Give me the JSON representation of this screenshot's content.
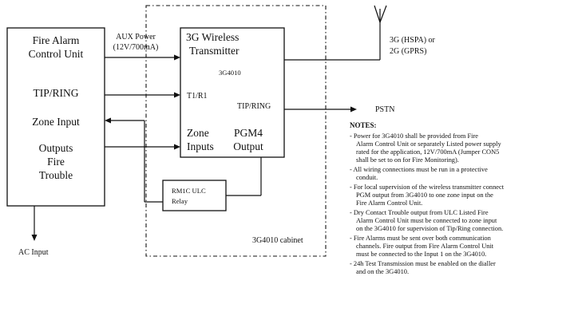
{
  "fire_alarm_panel": {
    "title_line1": "Fire Alarm",
    "title_line2": "Control Unit",
    "tip_ring": "TIP/RING",
    "zone_input": "Zone Input",
    "outputs_line1": "Outputs",
    "outputs_line2": "Fire",
    "outputs_line3": "Trouble"
  },
  "aux_power": {
    "line1": "AUX Power",
    "line2": "(12V/700mA)"
  },
  "transmitter": {
    "title_line1": "3G Wireless",
    "title_line2": "Transmitter",
    "model": "3G4010",
    "t1r1": "T1/R1",
    "tip_ring": "TIP/RING",
    "zone_line1": "Zone",
    "zone_line2": "Inputs",
    "pgm_line1": "PGM4",
    "pgm_line2": "Output"
  },
  "network": {
    "line1": "3G (HSPA) or",
    "line2": "2G (GPRS)"
  },
  "pstn": "PSTN",
  "relay": {
    "line1": "RM1C ULC",
    "line2": "Relay"
  },
  "cabinet_label": "3G4010 cabinet",
  "ac_input": "AC Input",
  "notes": {
    "heading": "NOTES:",
    "lines": [
      "- Power for 3G4010 shall be provided from Fire",
      "Alarm Control Unit or separately Listed power supply",
      "rated for the application, 12V/700mA (Jumper CON5",
      "shall be set to on for Fire Monitoring).",
      "- All wiring connections must be run in a protective",
      "conduit.",
      "- For local supervision of the wireless transmitter connect",
      "PGM output from 3G4010 to one zone input on the",
      "Fire Alarm Control Unit.",
      "- Dry Contact Trouble output from ULC Listed Fire",
      "Alarm Control Unit must be connected to zone input",
      "on the 3G4010 for supervision of Tip/Ring connection.",
      "- Fire Alarms must be sent over both communication",
      "channels. Fire output from Fire Alarm Control Unit",
      "must be connected to the Input 1 on the 3G4010.",
      "- 24h Test Transmission must be enabled on the dialler",
      "and on the 3G4010."
    ]
  }
}
